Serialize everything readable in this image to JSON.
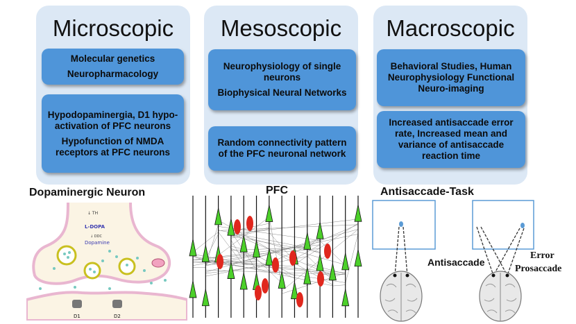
{
  "columns": [
    {
      "title": "Microscopic",
      "boxes": [
        [
          "Molecular genetics",
          "Neuropharmacology"
        ],
        [
          "Hypodopaminergia, D1 hypo-activation of  PFC neurons",
          "Hypofunction of NMDA receptors at PFC neurons"
        ]
      ]
    },
    {
      "title": "Mesoscopic",
      "boxes": [
        [
          "Neurophysiology of single neurons",
          "Biophysical Neural Networks"
        ],
        [
          "Random connectivity pattern of the PFC neuronal network"
        ]
      ]
    },
    {
      "title": "Macroscopic",
      "boxes": [
        [
          "Behavioral Studies, Human Neurophysiology Functional Neuro-imaging"
        ],
        [
          "Increased antisaccade error rate, Increased mean and variance of antisaccade reaction time"
        ]
      ]
    }
  ],
  "bottom": {
    "left_title": "Dopaminergic Neuron",
    "center_title": "PFC",
    "right_title": "Antisaccade-Task",
    "synapse_labels": {
      "ldopa": "L-DOPA",
      "dopamine": "Dopamine",
      "d1": "D1",
      "d2": "D2"
    },
    "task_labels": {
      "antisaccade": "Antisaccade",
      "error_line1": "Error",
      "error_line2": "Prosaccade"
    }
  },
  "colors": {
    "panel_bg": "#dce8f5",
    "box_fill": "#4f95d9",
    "neuron_green": "#4cd02a",
    "neuron_red": "#e0271d"
  }
}
